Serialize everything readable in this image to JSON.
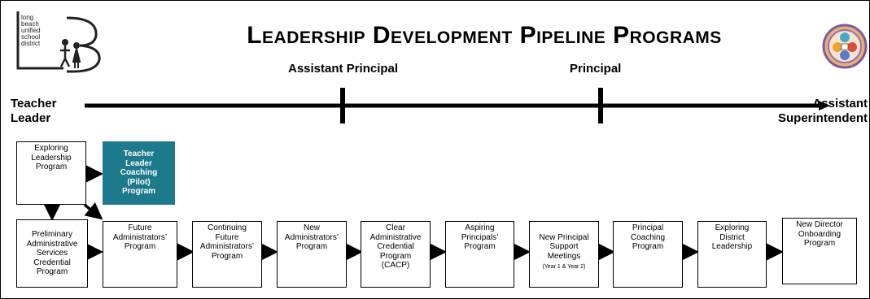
{
  "logo": {
    "lines": [
      "long",
      "beach",
      "unified",
      "school",
      "district"
    ]
  },
  "title": "Leadership Development Pipeline Programs",
  "seal": {
    "icon": "district-seal-icon"
  },
  "timeline": {
    "start": [
      "Teacher",
      "Leader"
    ],
    "milestones": [
      "Assistant Principal",
      "Principal"
    ],
    "end": [
      "Assistant",
      "Superintendent"
    ]
  },
  "programs": {
    "exploring_leadership": "Exploring\nLeadership\nProgram",
    "teacher_leader_coaching": "Teacher\nLeader\nCoaching\n(Pilot)\nProgram",
    "preliminary_credential": "Preliminary\nAdministrative\nServices\nCredential\nProgram",
    "future_admin": "Future\nAdministrators’\nProgram",
    "continuing_future_admin": "Continuing\nFuture\nAdministrators’\nProgram",
    "new_admin": "New\nAdministrators’\nProgram",
    "clear_credential": "Clear\nAdministrative\nCredential\nProgram\n(CACP)",
    "aspiring_principals": "Aspiring\nPrincipals’\nProgram",
    "new_principal_support": "New Principal\nSupport\nMeetings",
    "new_principal_support_sub": "(Year 1 & Year 2)",
    "principal_coaching": "Principal\nCoaching\nProgram",
    "exploring_district": "Exploring\nDistrict\nLeadership",
    "new_director": "New Director\nOnboarding\nProgram"
  },
  "colors": {
    "highlight": "#1d7a8c",
    "line": "#000000"
  }
}
